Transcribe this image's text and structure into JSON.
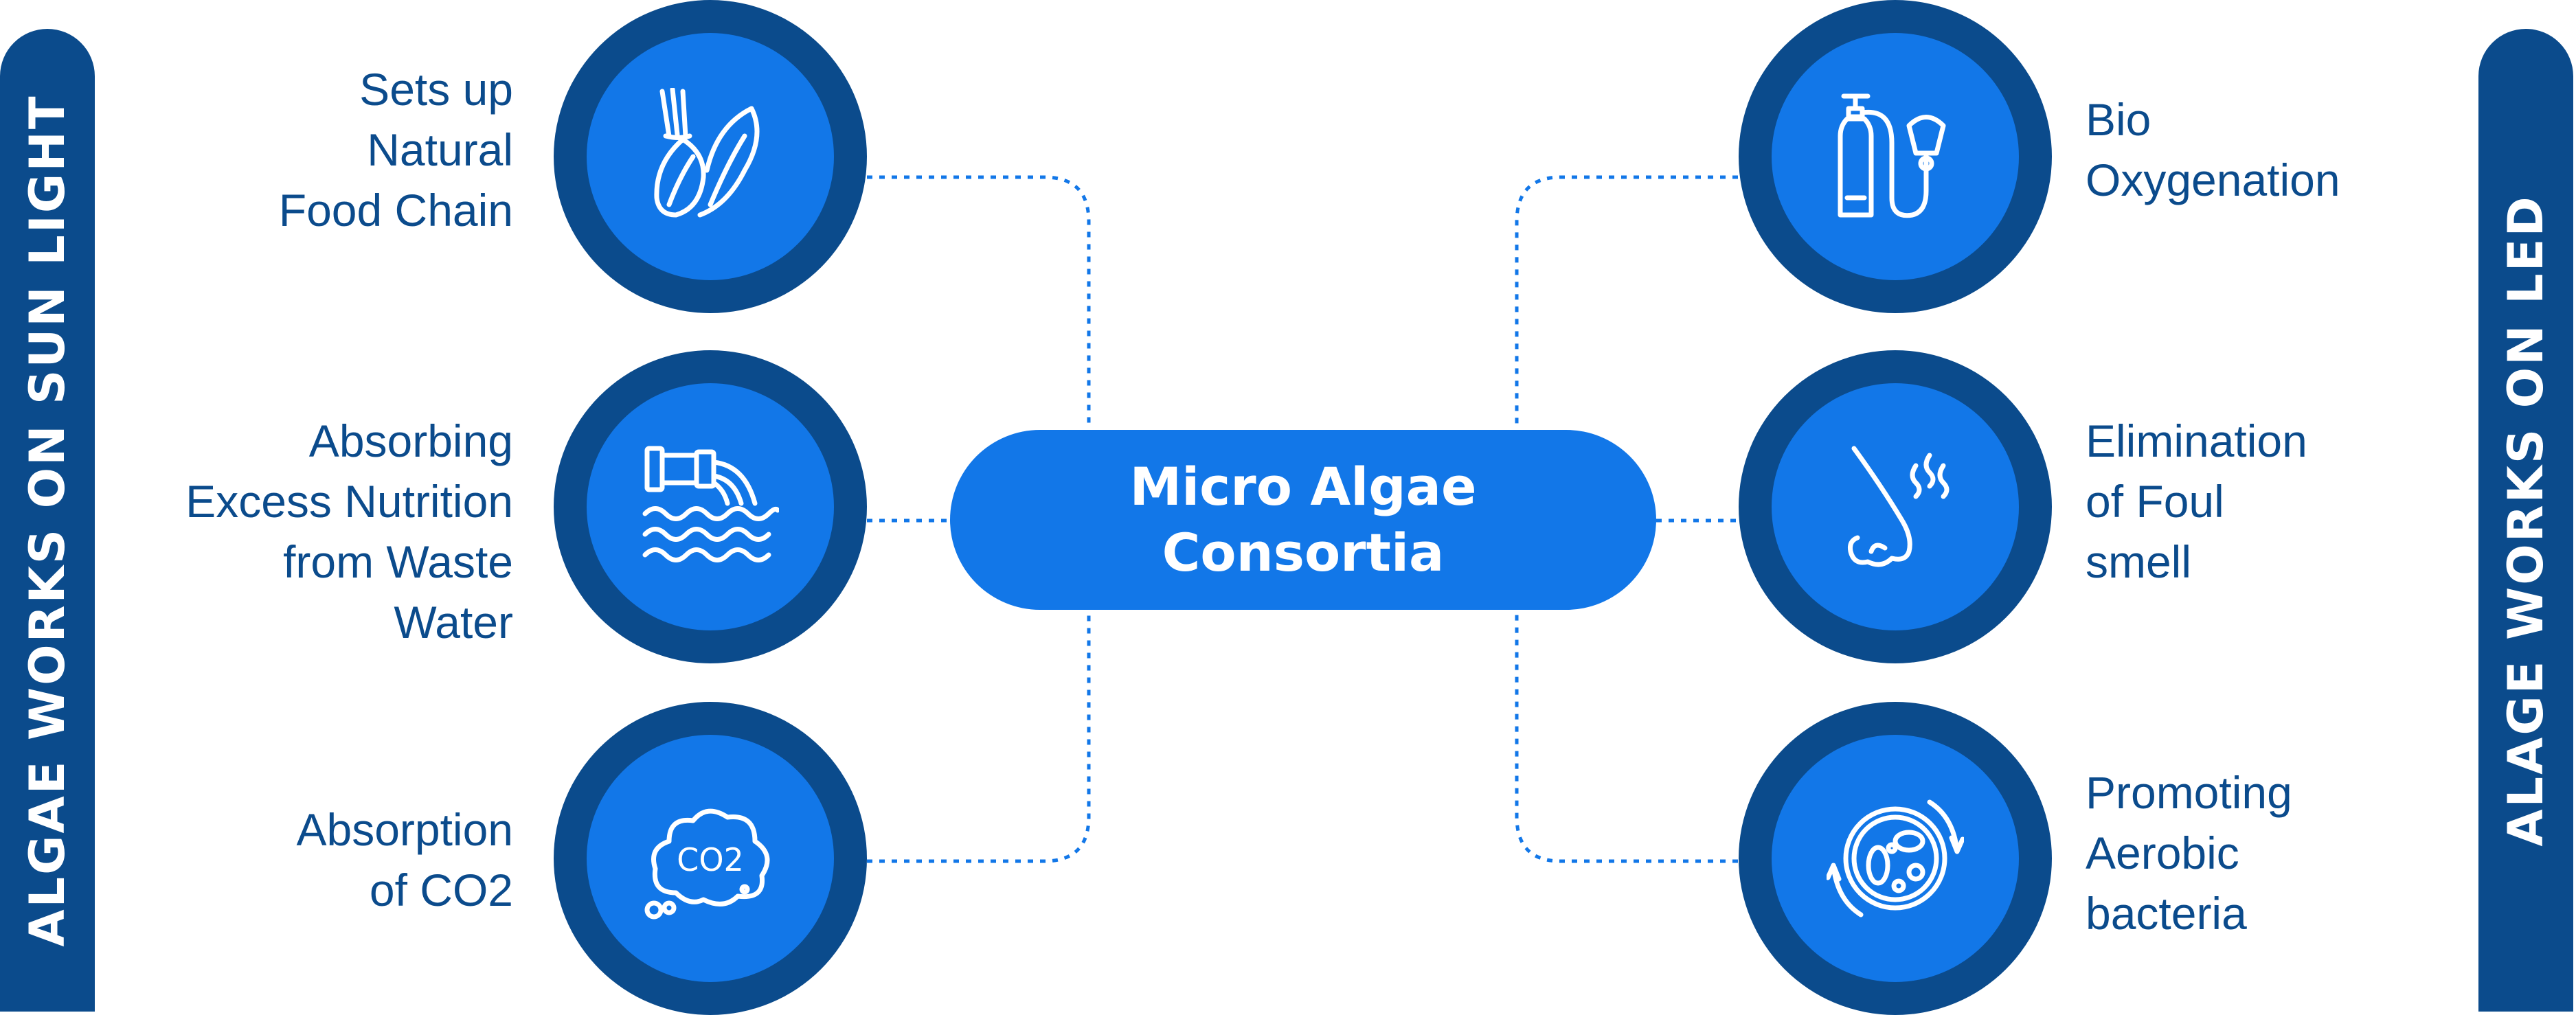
{
  "left_bar": "ALGAE WORKS ON SUN LIGHT",
  "right_bar": "ALAGE WORKS ON LED",
  "center": {
    "line1": "Micro Algae",
    "line2": "Consortia"
  },
  "left_items": [
    {
      "icon": "plant-food-chain-icon",
      "lines": [
        "Sets up",
        "Natural",
        "Food Chain"
      ]
    },
    {
      "icon": "wastewater-pipe-icon",
      "lines": [
        "Absorbing",
        "Excess Nutrition",
        "from Waste",
        "Water"
      ]
    },
    {
      "icon": "co2-cloud-icon",
      "lines": [
        "Absorption",
        "of CO2"
      ],
      "icon_text": "CO2"
    }
  ],
  "right_items": [
    {
      "icon": "oxygen-tank-mask-icon",
      "lines": [
        "Bio",
        "Oxygenation"
      ]
    },
    {
      "icon": "nose-smell-icon",
      "lines": [
        "Elimination",
        "of Foul",
        "smell"
      ]
    },
    {
      "icon": "bacteria-petri-dish-icon",
      "lines": [
        "Promoting",
        "Aerobic",
        "bacteria"
      ]
    }
  ],
  "colors": {
    "dark_blue": "#0b4b8c",
    "bright_blue": "#1277e8",
    "white": "#ffffff"
  }
}
